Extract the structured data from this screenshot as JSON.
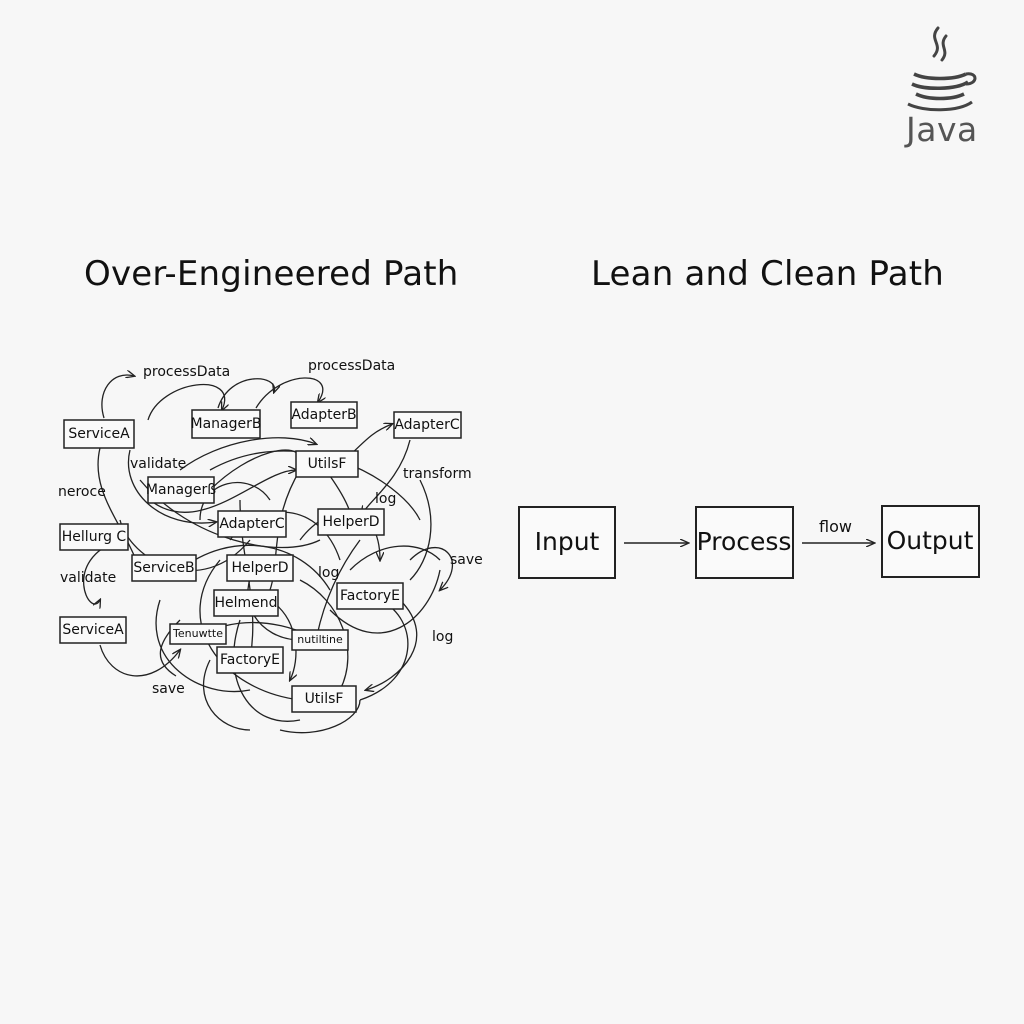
{
  "logo": {
    "text": "Java"
  },
  "left_panel": {
    "title": "Over-Engineered Path",
    "nodes": [
      "ServiceA",
      "ManagerB",
      "AdapterB",
      "AdapterC",
      "UtilsF",
      "Managerß",
      "AdapterC",
      "HelperD",
      "Hellurg C",
      "ServiceB",
      "HelperD",
      "FactoryE",
      "Helmend",
      "ServiceA",
      "FactoryE",
      "UtilsF",
      "nutiltine",
      "Tenuwtte"
    ],
    "labels": [
      "processData",
      "processData",
      "validate",
      "transform",
      "log",
      "neroce",
      "validate",
      "save",
      "log",
      "log",
      "save"
    ]
  },
  "right_panel": {
    "title": "Lean and Clean Path",
    "nodes": [
      "Input",
      "Process",
      "Output"
    ],
    "edge_label": "flow"
  }
}
